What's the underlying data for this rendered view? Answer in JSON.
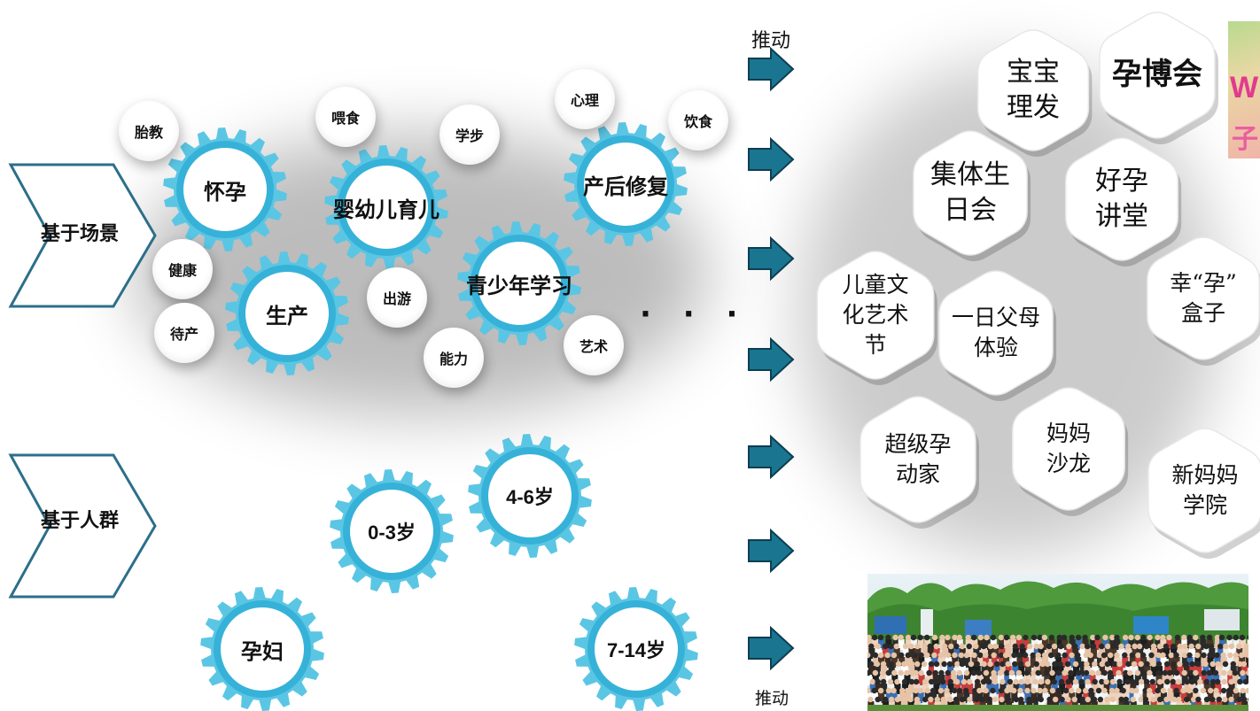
{
  "colors": {
    "gear_outer": "#5bc6e4",
    "gear_inner": "#36b2d9",
    "chevron_stroke": "#2c6f8a",
    "arrow_fill": "#1a7590",
    "arrow_stroke": "#0d3e52"
  },
  "left_labels": {
    "scene": "基于场景",
    "crowd": "基于人群"
  },
  "scene_gears": [
    {
      "id": "huaiyun",
      "label": "怀孕"
    },
    {
      "id": "yingyouer",
      "label": "婴幼儿育儿"
    },
    {
      "id": "chanhou",
      "label": "产后修复"
    },
    {
      "id": "qingshaonian",
      "label": "青少年学习"
    },
    {
      "id": "shengchan",
      "label": "生产"
    }
  ],
  "crowd_gears": [
    {
      "id": "age-0-3",
      "label": "0-3岁"
    },
    {
      "id": "age-4-6",
      "label": "4-6岁"
    },
    {
      "id": "yunfu",
      "label": "孕妇"
    },
    {
      "id": "age-7-14",
      "label": "7-14岁"
    }
  ],
  "bubbles": [
    "胎教",
    "喂食",
    "学步",
    "心理",
    "饮食",
    "健康",
    "待产",
    "出游",
    "能力",
    "艺术"
  ],
  "ellipsis": "· · ·",
  "push_top": "推动",
  "push_bottom": "推动",
  "hexagons": [
    {
      "id": "baobao-lifa",
      "text": "宝宝\n理发"
    },
    {
      "id": "yunbohui",
      "text": "孕博会"
    },
    {
      "id": "jiti-shengrihui",
      "text": "集体生\n日会"
    },
    {
      "id": "haoyun-jiangtang",
      "text": "好孕\n讲堂"
    },
    {
      "id": "xingyun-hezi",
      "text": "幸“孕”\n盒子"
    },
    {
      "id": "ertong-yishujie",
      "text": "儿童文\n化艺术\n节"
    },
    {
      "id": "yiri-fumu",
      "text": "一日父母\n体验"
    },
    {
      "id": "chaoji-yundongjia",
      "text": "超级孕\n动家"
    },
    {
      "id": "mama-shalong",
      "text": "妈妈\n沙龙"
    },
    {
      "id": "xinmama-xueyuan",
      "text": "新妈妈\n学院"
    }
  ],
  "photo_top_text": [
    "W",
    "子"
  ]
}
